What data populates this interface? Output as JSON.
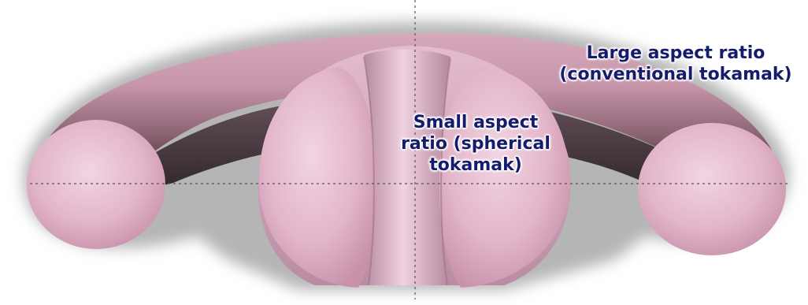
{
  "labels": {
    "large_aspect": {
      "line1": "Large aspect ratio",
      "line2": "(conventional tokamak)"
    },
    "small_aspect": {
      "line1": "Small aspect",
      "line2": "ratio (spherical",
      "line3": "tokamak)"
    }
  },
  "colors": {
    "label_text": "#151c6b",
    "torus_surface": "#e7bfd1",
    "torus_shadow": "#2e1e26",
    "glow": "#b8b8b8",
    "axis_line": "#555555"
  }
}
